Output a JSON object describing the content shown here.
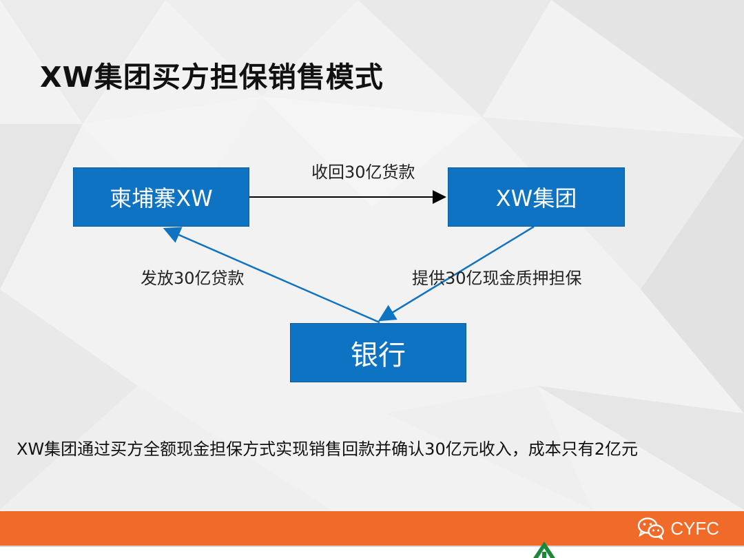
{
  "slide": {
    "title": "XW集团买方担保销售模式",
    "colors": {
      "box_fill": "#0f73c3",
      "footer_bar": "#f06a2a",
      "arrow_blue": "#0f73c3",
      "arrow_black": "#000000"
    }
  },
  "diagram": {
    "nodes": {
      "cambodia": "柬埔寨XW",
      "group": "XW集团",
      "bank": "银行"
    },
    "edges": {
      "cambodia_to_group": "收回30亿货款",
      "bank_to_cambodia": "发放30亿贷款",
      "group_to_bank": "提供30亿现金质押担保"
    }
  },
  "conclusion": "XW集团通过买方全额现金担保方式实现销售回款并确认30亿元收入，成本只有2亿元",
  "footer": {
    "brand_text": "CYFC",
    "brand_icon": "wechat-icon"
  }
}
